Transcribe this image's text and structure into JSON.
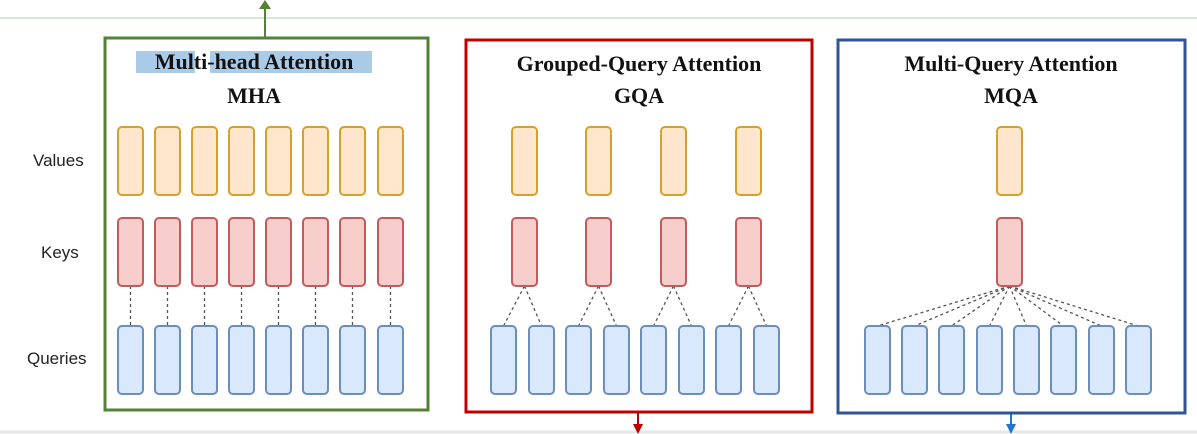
{
  "row_labels": {
    "values": "Values",
    "keys": "Keys",
    "queries": "Queries"
  },
  "panels": [
    {
      "title": "Multi-head Attention",
      "subtitle": "MHA",
      "title_highlight_ranges": [
        [
          0,
          5
        ],
        [
          6,
          20
        ]
      ]
    },
    {
      "title": "Grouped-Query Attention",
      "subtitle": "GQA"
    },
    {
      "title": "Multi-Query Attention",
      "subtitle": "MQA"
    }
  ],
  "structure": {
    "mha": {
      "values": 8,
      "keys": 8,
      "queries": 8
    },
    "gqa": {
      "values": 4,
      "keys": 4,
      "queries": 8,
      "queries_per_group": 2
    },
    "mqa": {
      "values": 1,
      "keys": 1,
      "queries": 8
    }
  },
  "colors": {
    "mha_border": "#538135",
    "gqa_border": "#C00000",
    "mqa_border": "#2F5597",
    "value_fill": "#FFE6CC",
    "value_stroke": "#D6A12A",
    "key_fill": "#F8CECC",
    "key_stroke": "#C55A5A",
    "query_fill": "#DAE8FC",
    "query_stroke": "#6C8EBF",
    "title_highlight": "#A9CBE8",
    "top_line": "#D5E8D4"
  }
}
